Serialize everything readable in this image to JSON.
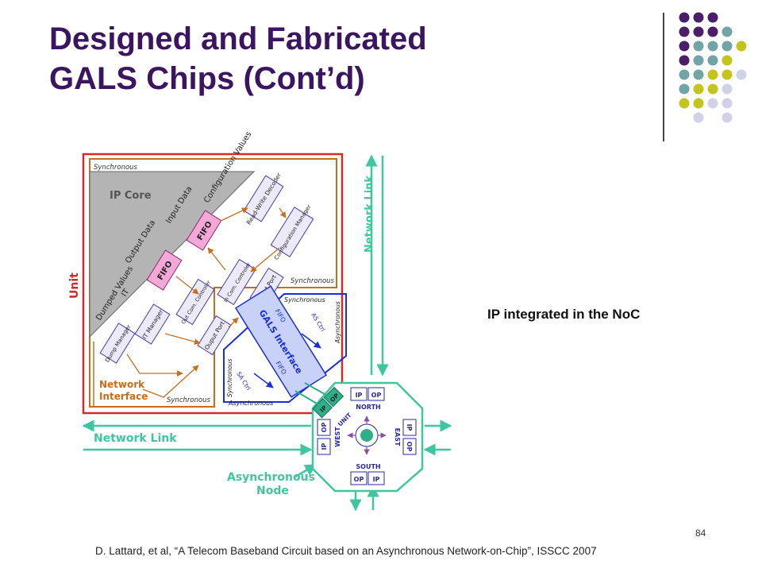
{
  "slide": {
    "title_line1": "Designed and Fabricated",
    "title_line2": "GALS Chips (Cont’d)",
    "callout": "IP integrated in the NoC",
    "page_number": "84",
    "citation": "D. Lattard, et al, “A Telecom Baseband Circuit based on an Asynchronous Network-on-Chip”, ISSCC 2007"
  },
  "colors": {
    "title": "#3b1560",
    "dot_purple": "#4a1e68",
    "dot_teal": "#72a4a6",
    "dot_olive": "#c4c41e",
    "dot_lavender": "#d2d2e6",
    "unit_border": "#d42a2a",
    "network_interface": "#c66e1e",
    "gals_blue": "#1a2fd6",
    "network_link": "#3ec79e",
    "fifo_pink": "#f4a8d8",
    "node_label": "#2a2a9e"
  },
  "diagram": {
    "unit_label": "Unit",
    "synchronous_label": "Synchronous",
    "asynchronous_label": "Asynchronous",
    "ip_core_label": "IP Core",
    "dumped_values": "Dumped Values",
    "it_label": "IT",
    "output_data": "Output Data",
    "input_data": "Input Data",
    "configuration_values": "Configuration Values",
    "fifo_label": "FIFO",
    "read_write_decoder": "Read-Write Decoder",
    "configuration_manager": "Configuration Manager",
    "dump_manager": "Dump Manager",
    "it_manager": "IT Manager",
    "out_com_controler": "Out Com. Controler",
    "in_com_controler": "In Com. Controler",
    "input_port": "Input Port",
    "output_port": "Ouput Port",
    "gals_interface": "GALS Interface",
    "as_ctrl": "AS Ctrl",
    "sa_ctrl": "SA Ctrl",
    "network_interface_line1": "Network",
    "network_interface_line2": "Interface",
    "network_link_right": "Network Link",
    "network_link_left": "Network Link",
    "asynchronous_node_line1": "Asynchronous",
    "asynchronous_node_line2": "Node",
    "node_north": "NORTH",
    "node_south": "SOUTH",
    "node_east": "EAST",
    "node_west": "WEST",
    "node_unit": "UNIT",
    "ip": "IP",
    "op": "OP"
  }
}
